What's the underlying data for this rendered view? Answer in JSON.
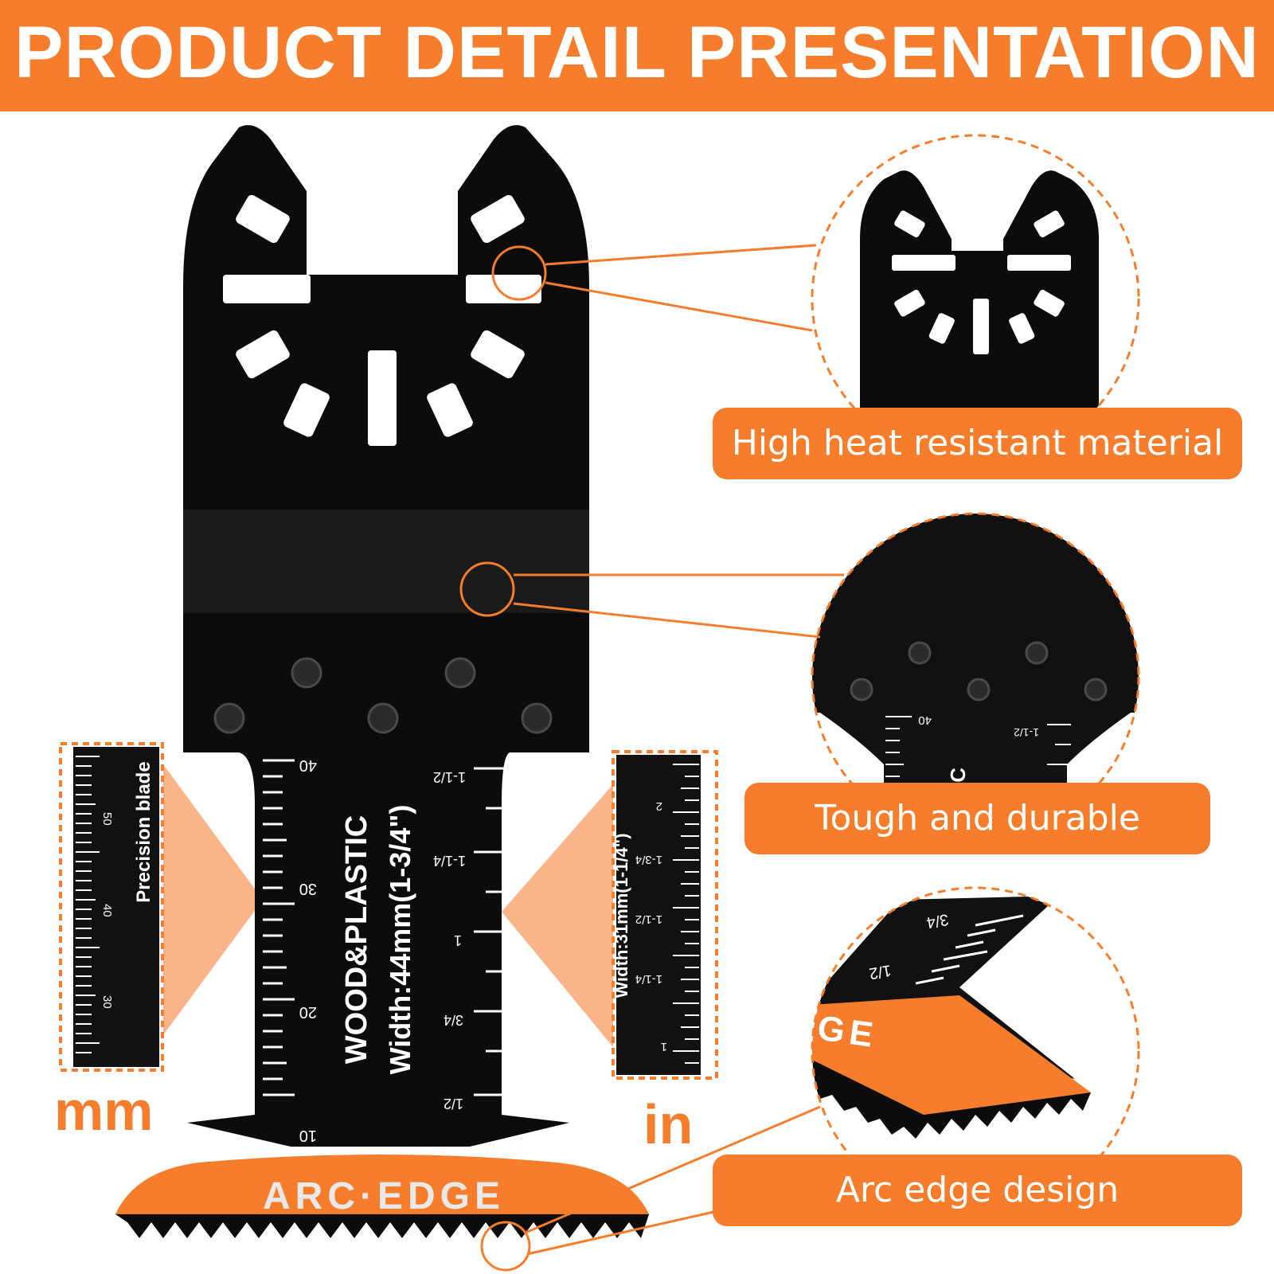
{
  "banner": {
    "title": "PRODUCT DETAIL PRESENTATION",
    "color": "#f57d2c"
  },
  "blade": {
    "material_label": "WOOD&PLASTIC",
    "width_label": "Width:44mm(1-3/4\")",
    "edge_label": "ARC·EDGE",
    "mm_ticks": [
      "40",
      "30",
      "20",
      "10"
    ],
    "inch_ticks": [
      "1-1/2",
      "1-1/4",
      "1",
      "3/4",
      "1/2"
    ]
  },
  "mm_detail": {
    "label": "Precision blade",
    "ticks": [
      "50",
      "40",
      "30"
    ],
    "unit": "mm"
  },
  "in_detail": {
    "label": "Width:31mm(1-1/4\")",
    "ticks": [
      "2",
      "1-3/4",
      "1-1/2",
      "1-1/4",
      "1"
    ],
    "unit": "in"
  },
  "zoom_durable": {
    "mm_tick": "40",
    "inch_tick": "1-1/2",
    "partial_text": "IC"
  },
  "zoom_arc": {
    "ticks": [
      "3/4",
      "1/2"
    ],
    "partial_text": "GE"
  },
  "callouts": [
    {
      "text": "High heat resistant material"
    },
    {
      "text": "Tough and durable"
    },
    {
      "text": "Arc edge design"
    }
  ]
}
